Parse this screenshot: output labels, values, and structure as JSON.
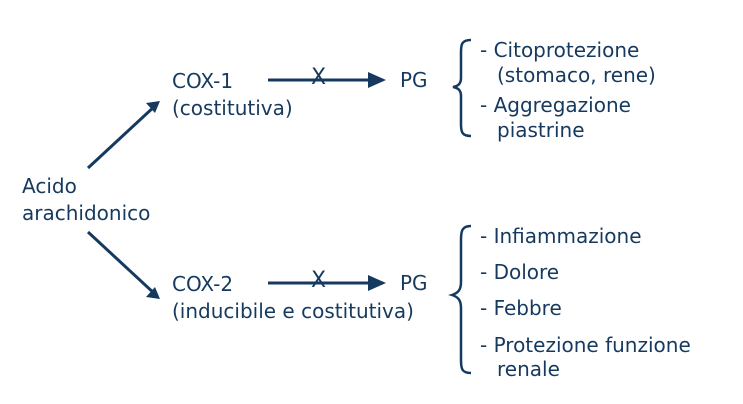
{
  "colors": {
    "ink": "#163a5f",
    "background": "#ffffff"
  },
  "source": {
    "line1": "Acido",
    "line2": "arachidonico"
  },
  "cox1": {
    "name": "COX-1",
    "note": "(costitutiva)",
    "block_mark": "X",
    "product": "PG",
    "effects": [
      {
        "line1": "- Citoprotezione",
        "line2": "(stomaco, rene)"
      },
      {
        "line1": "- Aggregazione",
        "line2": "piastrine"
      }
    ]
  },
  "cox2": {
    "name": "COX-2",
    "note": "(inducibile e costitutiva)",
    "block_mark": "X",
    "product": "PG",
    "effects": [
      {
        "line1": "- Infiammazione"
      },
      {
        "line1": "- Dolore"
      },
      {
        "line1": "- Febbre"
      },
      {
        "line1": "- Protezione funzione",
        "line2": "renale"
      }
    ]
  }
}
